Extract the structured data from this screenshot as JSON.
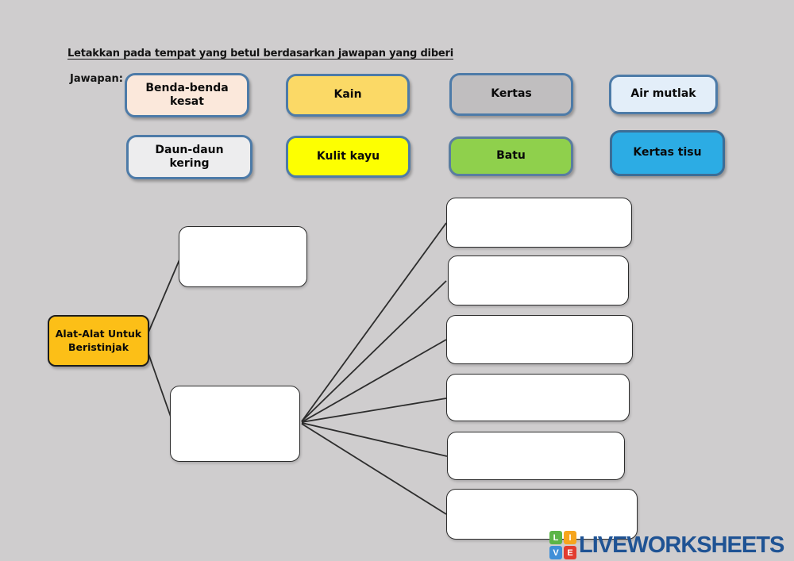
{
  "page": {
    "background": "#cfcdce",
    "title": "Letakkan pada tempat yang betul berdasarkan jawapan yang diberi",
    "jawapan_label": "Jawapan:"
  },
  "answers": [
    {
      "label": "Benda-benda kesat",
      "fill": "#fbe8db",
      "border": "#4d7ba8"
    },
    {
      "label": "Kain",
      "fill": "#fbd966",
      "border": "#4d7ba8"
    },
    {
      "label": "Kertas",
      "fill": "#c0bebf",
      "border": "#4d7ba8"
    },
    {
      "label": "Air mutlak",
      "fill": "#e3eef9",
      "border": "#4d7ba8"
    },
    {
      "label": "Daun-daun kering",
      "fill": "#ededee",
      "border": "#4d7ba8"
    },
    {
      "label": "Kulit kayu",
      "fill": "#fdff01",
      "border": "#4d7ba8"
    },
    {
      "label": "Batu",
      "fill": "#8fd04c",
      "border": "#5a7da0"
    },
    {
      "label": "Kertas tisu",
      "fill": "#2cace4",
      "border": "#3c6d96"
    }
  ],
  "diagram": {
    "root": {
      "label": "Alat-Alat Untuk Beristinjak",
      "fill": "#fcbf17",
      "border": "#1c1c1c"
    },
    "slots": [
      {
        "id": "branch-top",
        "value": ""
      },
      {
        "id": "branch-bottom",
        "value": ""
      },
      {
        "id": "leaf-1",
        "value": ""
      },
      {
        "id": "leaf-2",
        "value": ""
      },
      {
        "id": "leaf-3",
        "value": ""
      },
      {
        "id": "leaf-4",
        "value": ""
      },
      {
        "id": "leaf-5",
        "value": ""
      },
      {
        "id": "leaf-6",
        "value": ""
      }
    ],
    "edges": [
      [
        "root",
        "branch-top"
      ],
      [
        "root",
        "branch-bottom"
      ],
      [
        "branch-bottom",
        "leaf-1"
      ],
      [
        "branch-bottom",
        "leaf-2"
      ],
      [
        "branch-bottom",
        "leaf-3"
      ],
      [
        "branch-bottom",
        "leaf-4"
      ],
      [
        "branch-bottom",
        "leaf-5"
      ],
      [
        "branch-bottom",
        "leaf-6"
      ]
    ]
  },
  "footer": {
    "brand": "LIVEWORKSHEETS",
    "text_color": "#1f5394",
    "tiles": [
      {
        "letter": "L",
        "color": "#5cb547"
      },
      {
        "letter": "I",
        "color": "#f6a51e"
      },
      {
        "letter": "V",
        "color": "#3f8fd8"
      },
      {
        "letter": "E",
        "color": "#e23b2e"
      }
    ]
  }
}
